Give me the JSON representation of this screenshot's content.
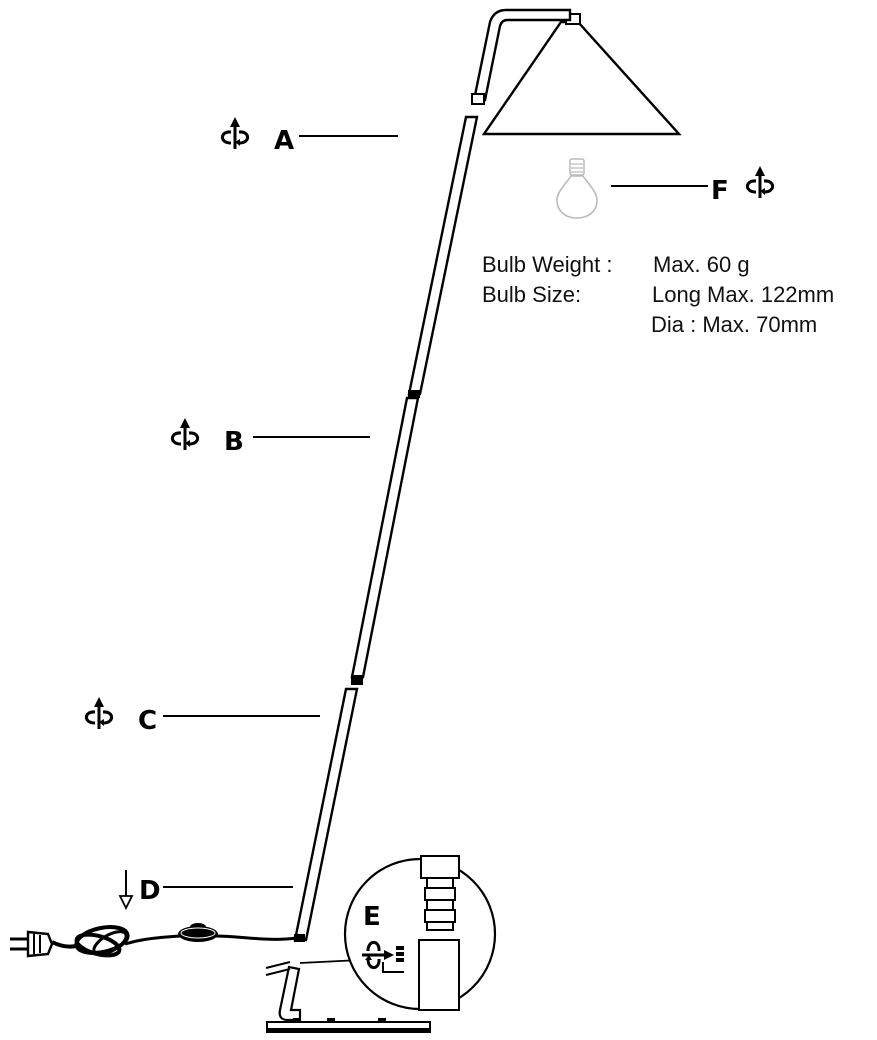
{
  "parts": {
    "a": {
      "label": "A"
    },
    "b": {
      "label": "B"
    },
    "c": {
      "label": "C"
    },
    "d": {
      "label": "D"
    },
    "e": {
      "label": "E"
    },
    "f": {
      "label": "F"
    }
  },
  "specs": {
    "weight_label": "Bulb Weight :",
    "weight_value": "Max. 60 g",
    "size_label": "Bulb Size:",
    "size_value_long": "Long Max. 122mm",
    "size_value_dia": "Dia : Max. 70mm"
  },
  "icons": {
    "rotate": "rotate-screw-icon",
    "push": "push-down-arrow-icon"
  }
}
